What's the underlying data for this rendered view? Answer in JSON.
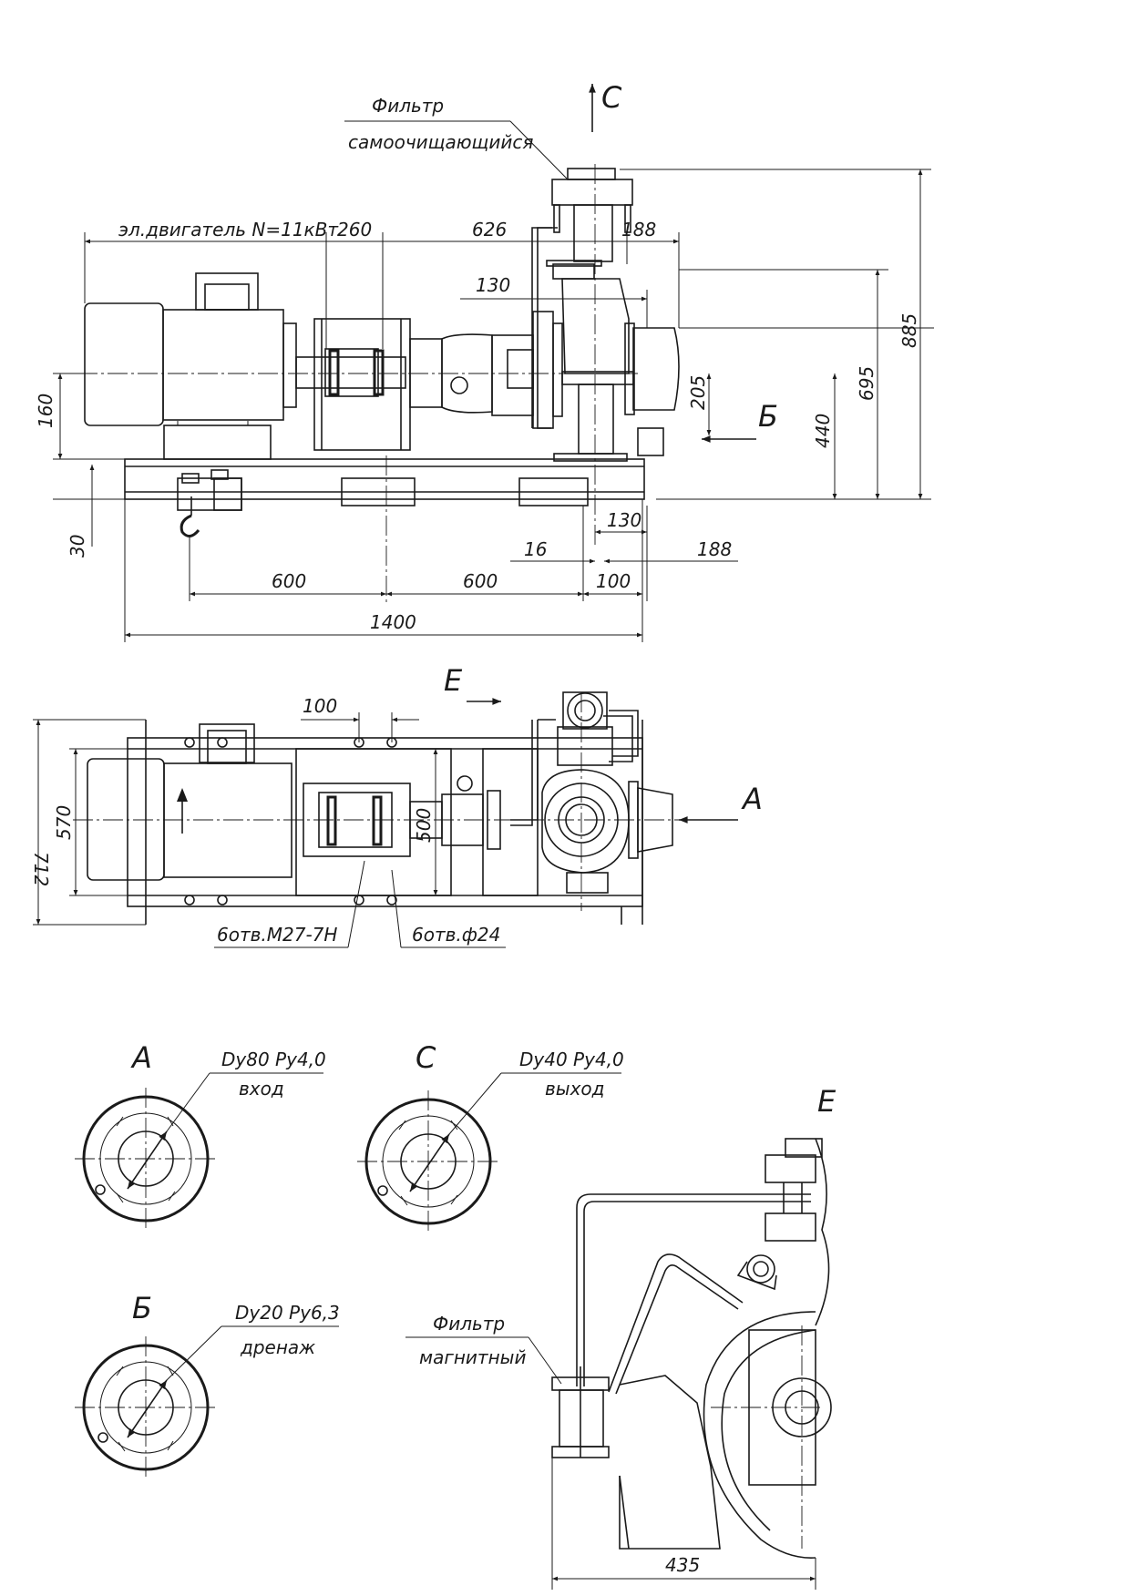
{
  "labels": {
    "filter_self_cleaning_1": "Фильтр",
    "filter_self_cleaning_2": "самоочищающийся",
    "motor": "эл.двигатель N=11кВт",
    "filter_magnetic_1": "Фильтр",
    "filter_magnetic_2": "магнитный",
    "holes_threaded": "6отв.М27-7Н",
    "holes_plain": "6отв.ф24"
  },
  "views": {
    "A": "А",
    "B": "Б",
    "C": "С",
    "E": "Е"
  },
  "dimensions": {
    "side": {
      "d260": "260",
      "d626": "626",
      "d188_top": "188",
      "d130_top": "130",
      "d160": "160",
      "d30": "30",
      "d205": "205",
      "d440": "440",
      "d695": "695",
      "d885": "885",
      "d130_bottom": "130",
      "d16": "16",
      "d188_bottom": "188",
      "d600_left": "600",
      "d600_right": "600",
      "d100": "100",
      "d1400": "1400"
    },
    "plan": {
      "d100": "100",
      "d570": "570",
      "d712": "712",
      "d500": "500"
    },
    "view_e": {
      "d435": "435"
    }
  },
  "flanges": {
    "A": {
      "spec": "Dy80 Py4,0",
      "purpose": "вход"
    },
    "C": {
      "spec": "Dy40 Py4,0",
      "purpose": "выход"
    },
    "B": {
      "spec": "Dy20 Py6,3",
      "purpose": "дренаж"
    }
  }
}
